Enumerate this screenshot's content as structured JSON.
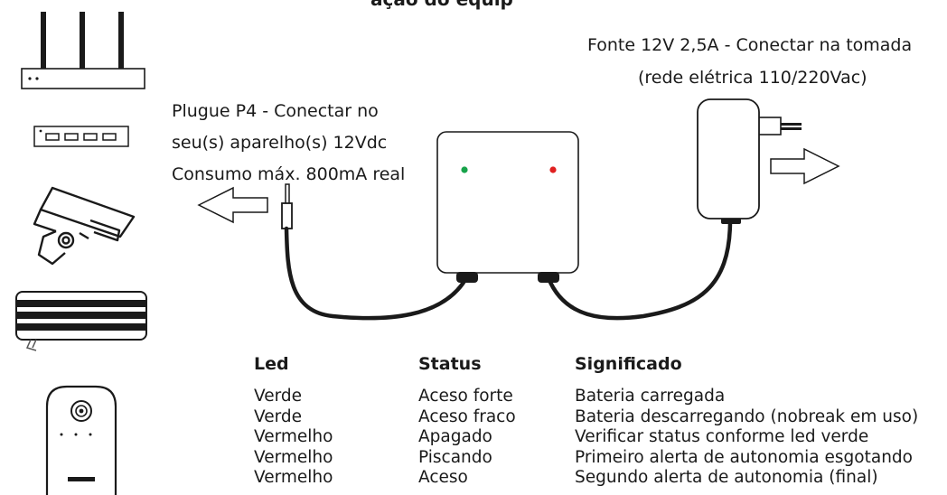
{
  "title_partial": "ação do equip",
  "source_label": {
    "line1": "Fonte 12V 2,5A - Conectar na tomada",
    "line2": "(rede elétrica 110/220Vac)"
  },
  "plug_label": {
    "line1": "Plugue P4 - Conectar no",
    "line2": "seu(s) aparelho(s) 12Vdc",
    "line3": "Consumo máx. 800mA real"
  },
  "led_colors": {
    "green": "#17a34a",
    "red": "#e02020"
  },
  "table": {
    "headers": {
      "led": "Led",
      "status": "Status",
      "meaning": "Significado"
    },
    "rows": [
      {
        "led": "Verde",
        "status": "Aceso forte",
        "meaning": "Bateria carregada"
      },
      {
        "led": "Verde",
        "status": "Aceso fraco",
        "meaning": "Bateria descarregando (nobreak em uso)"
      },
      {
        "led": "Vermelho",
        "status": "Apagado",
        "meaning": "Verificar status conforme led verde"
      },
      {
        "led": "Vermelho",
        "status": "Piscando",
        "meaning": "Primeiro alerta de autonomia esgotando"
      },
      {
        "led": "Vermelho",
        "status": "Aceso",
        "meaning": "Segundo alerta de autonomia (final)"
      }
    ]
  },
  "icons": [
    "router-icon",
    "switch-icon",
    "camera-icon",
    "recorder-icon",
    "intercom-icon",
    "power-adapter-icon",
    "nobreak-box-icon",
    "p4-plug-icon",
    "arrow-left-icon",
    "arrow-right-icon"
  ]
}
